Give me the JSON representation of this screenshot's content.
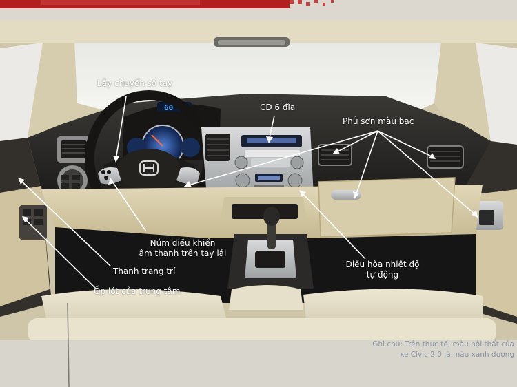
{
  "labels": {
    "manual_shift": "Lẫy chuyển số tay",
    "cd_changer": "CD 6 đĩa",
    "silver_paint": "Phủ sơn màu bạc",
    "audio_controls_line1": "Núm điều khiển",
    "audio_controls_line2": "âm thanh trên tay lái",
    "trim_bar": "Thanh trang trí",
    "center_panel": "Ốp lót của trung tâm",
    "auto_climate_line1": "Điều hòa nhiệt độ",
    "auto_climate_line2": "tự động"
  },
  "note": {
    "line1": "Ghi chú: Trên thực tế, màu nội thất của",
    "line2": "xe Civic 2.0 là màu xanh dương"
  },
  "cluster": {
    "speed_readout": "60"
  },
  "colors": {
    "dashboard": "#2b2a28",
    "beige_trim": "#d9ceab",
    "silver_trim": "#b4b6b6",
    "label_text": "#ffffff",
    "note_text": "#8a97a6"
  }
}
